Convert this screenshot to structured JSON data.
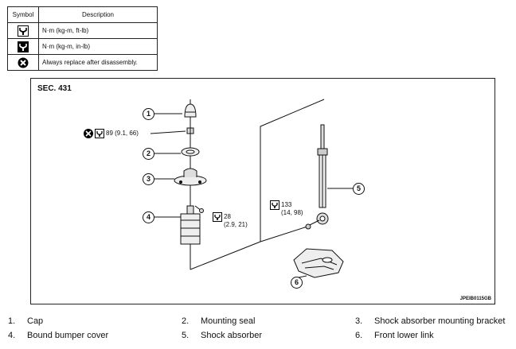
{
  "legend": {
    "header_symbol": "Symbol",
    "header_description": "Description",
    "rows": [
      {
        "icon": "torque-wrench-icon",
        "description": "N·m (kg-m, ft-lb)"
      },
      {
        "icon": "torque-wrench-inlb-icon",
        "description": "N·m (kg-m, in-lb)"
      },
      {
        "icon": "always-replace-icon",
        "description": "Always replace after disassembly."
      }
    ]
  },
  "diagram": {
    "section": "SEC. 431",
    "code": "JPEIB0115GB",
    "callouts": [
      "1",
      "2",
      "3",
      "4",
      "5",
      "6"
    ],
    "torques": [
      {
        "value": "89 (9.1, 66)"
      },
      {
        "line1": "28",
        "line2": "(2.9, 21)"
      },
      {
        "line1": "133",
        "line2": "(14, 98)"
      }
    ]
  },
  "parts": [
    {
      "num": "1.",
      "name": "Cap"
    },
    {
      "num": "2.",
      "name": "Mounting seal"
    },
    {
      "num": "3.",
      "name": "Shock absorber mounting bracket"
    },
    {
      "num": "4.",
      "name": "Bound bumper cover"
    },
    {
      "num": "5.",
      "name": "Shock absorber"
    },
    {
      "num": "6.",
      "name": "Front lower link"
    }
  ]
}
